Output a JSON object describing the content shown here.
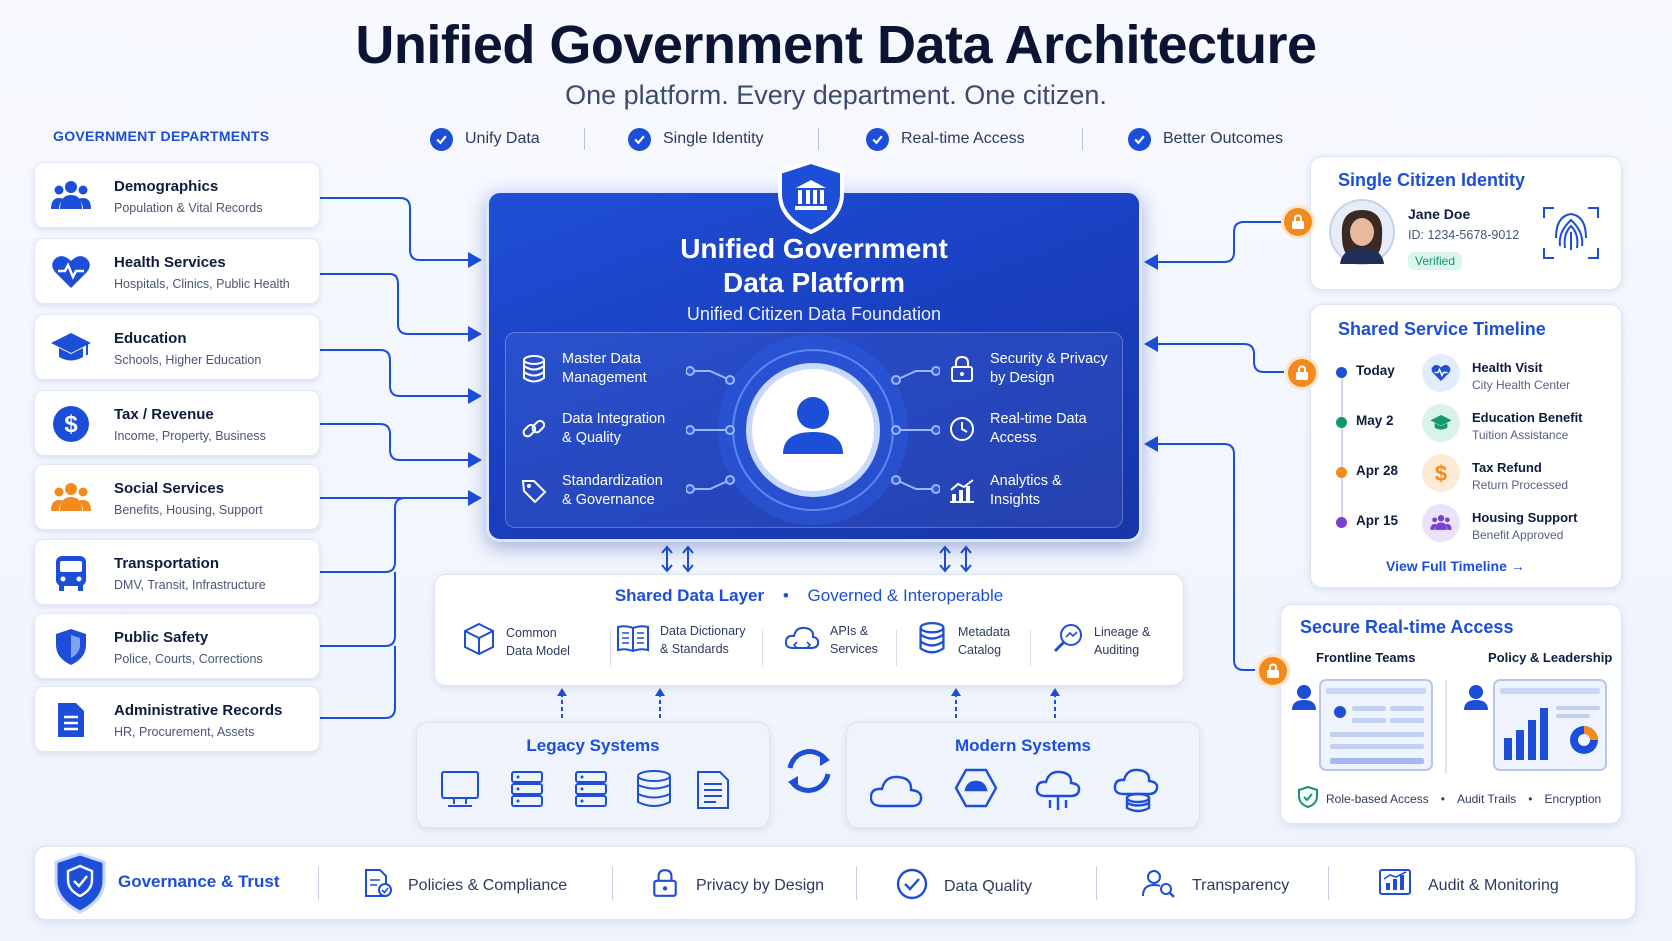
{
  "title": "Unified Government Data Architecture",
  "subtitle": "One platform. Every department. One citizen.",
  "departments_heading": "GOVERNMENT DEPARTMENTS",
  "benefits": [
    "Unify Data",
    "Single Identity",
    "Real-time Access",
    "Better Outcomes"
  ],
  "departments": [
    {
      "name": "Demographics",
      "desc": "Population & Vital Records",
      "icon": "people-icon"
    },
    {
      "name": "Health Services",
      "desc": "Hospitals, Clinics, Public Health",
      "icon": "heart-icon"
    },
    {
      "name": "Education",
      "desc": "Schools, Higher Education",
      "icon": "graduation-cap-icon"
    },
    {
      "name": "Tax / Revenue",
      "desc": "Income, Property, Business",
      "icon": "dollar-icon"
    },
    {
      "name": "Social Services",
      "desc": "Benefits, Housing, Support",
      "icon": "community-icon"
    },
    {
      "name": "Transportation",
      "desc": "DMV, Transit, Infrastructure",
      "icon": "bus-icon"
    },
    {
      "name": "Public Safety",
      "desc": "Police, Courts, Corrections",
      "icon": "shield-icon"
    },
    {
      "name": "Administrative Records",
      "desc": "HR, Procurement, Assets",
      "icon": "document-icon"
    }
  ],
  "platform": {
    "title_line1": "Unified Government",
    "title_line2": "Data Platform",
    "subtitle": "Unified Citizen Data Foundation",
    "left_capabilities": [
      {
        "line1": "Master Data",
        "line2": "Management",
        "icon": "database-icon"
      },
      {
        "line1": "Data Integration",
        "line2": "& Quality",
        "icon": "link-icon"
      },
      {
        "line1": "Standardization",
        "line2": "& Governance",
        "icon": "tag-icon"
      }
    ],
    "right_capabilities": [
      {
        "line1": "Security & Privacy",
        "line2": "by Design",
        "icon": "lock-icon"
      },
      {
        "line1": "Real-time Data",
        "line2": "Access",
        "icon": "clock-icon"
      },
      {
        "line1": "Analytics &",
        "line2": "Insights",
        "icon": "chart-icon"
      }
    ]
  },
  "identity": {
    "title": "Single Citizen Identity",
    "name": "Jane Doe",
    "id": "ID: 1234-5678-9012",
    "status": "Verified"
  },
  "timeline": {
    "title": "Shared Service Timeline",
    "items": [
      {
        "date": "Today",
        "name": "Health Visit",
        "desc": "City Health Center",
        "color": "#1d4ed8"
      },
      {
        "date": "May 2",
        "name": "Education Benefit",
        "desc": "Tuition Assistance",
        "color": "#14976b"
      },
      {
        "date": "Apr 28",
        "name": "Tax Refund",
        "desc": "Return Processed",
        "color": "#f28a1e"
      },
      {
        "date": "Apr 15",
        "name": "Housing Support",
        "desc": "Benefit Approved",
        "color": "#7b3fd1"
      }
    ],
    "link": "View Full Timeline →"
  },
  "access": {
    "title": "Secure Real-time Access",
    "left_label": "Frontline Teams",
    "right_label": "Policy & Leadership",
    "footer": [
      "Role-based Access",
      "Audit Trails",
      "Encryption"
    ]
  },
  "shared_layer": {
    "title": "Shared Data Layer",
    "tagline": "Governed & Interoperable",
    "items": [
      {
        "line1": "Common",
        "line2": "Data Model"
      },
      {
        "line1": "Data Dictionary",
        "line2": "& Standards"
      },
      {
        "line1": "APIs &",
        "line2": "Services"
      },
      {
        "line1": "Metadata",
        "line2": "Catalog"
      },
      {
        "line1": "Lineage &",
        "line2": "Auditing"
      }
    ]
  },
  "legacy": {
    "title": "Legacy Systems"
  },
  "modern": {
    "title": "Modern Systems"
  },
  "governance": {
    "title": "Governance & Trust",
    "items": [
      "Policies & Compliance",
      "Privacy by Design",
      "Data Quality",
      "Transparency",
      "Audit & Monitoring"
    ]
  }
}
